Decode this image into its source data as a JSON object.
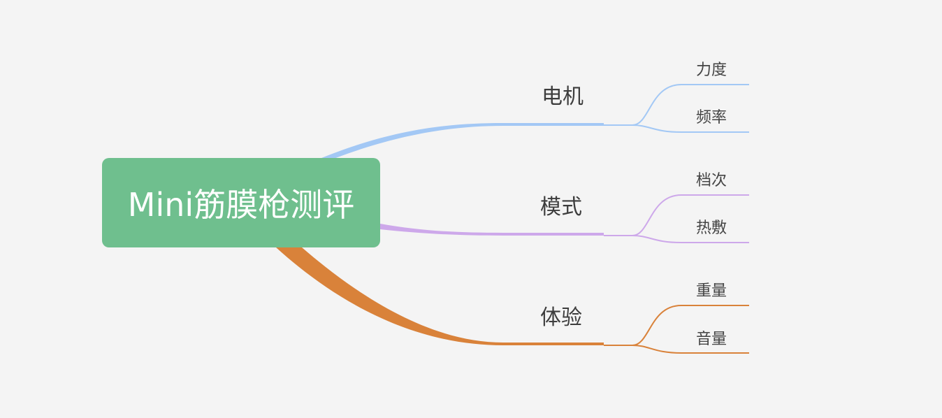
{
  "root": {
    "label": "Mini筋膜枪测评",
    "color": "#6fbf8e"
  },
  "branches": [
    {
      "label": "电机",
      "color": "#a3c8f5",
      "children": [
        {
          "label": "力度"
        },
        {
          "label": "频率"
        }
      ]
    },
    {
      "label": "模式",
      "color": "#cda8ea",
      "children": [
        {
          "label": "档次"
        },
        {
          "label": "热敷"
        }
      ]
    },
    {
      "label": "体验",
      "color": "#d9823a",
      "children": [
        {
          "label": "重量"
        },
        {
          "label": "音量"
        }
      ]
    }
  ]
}
